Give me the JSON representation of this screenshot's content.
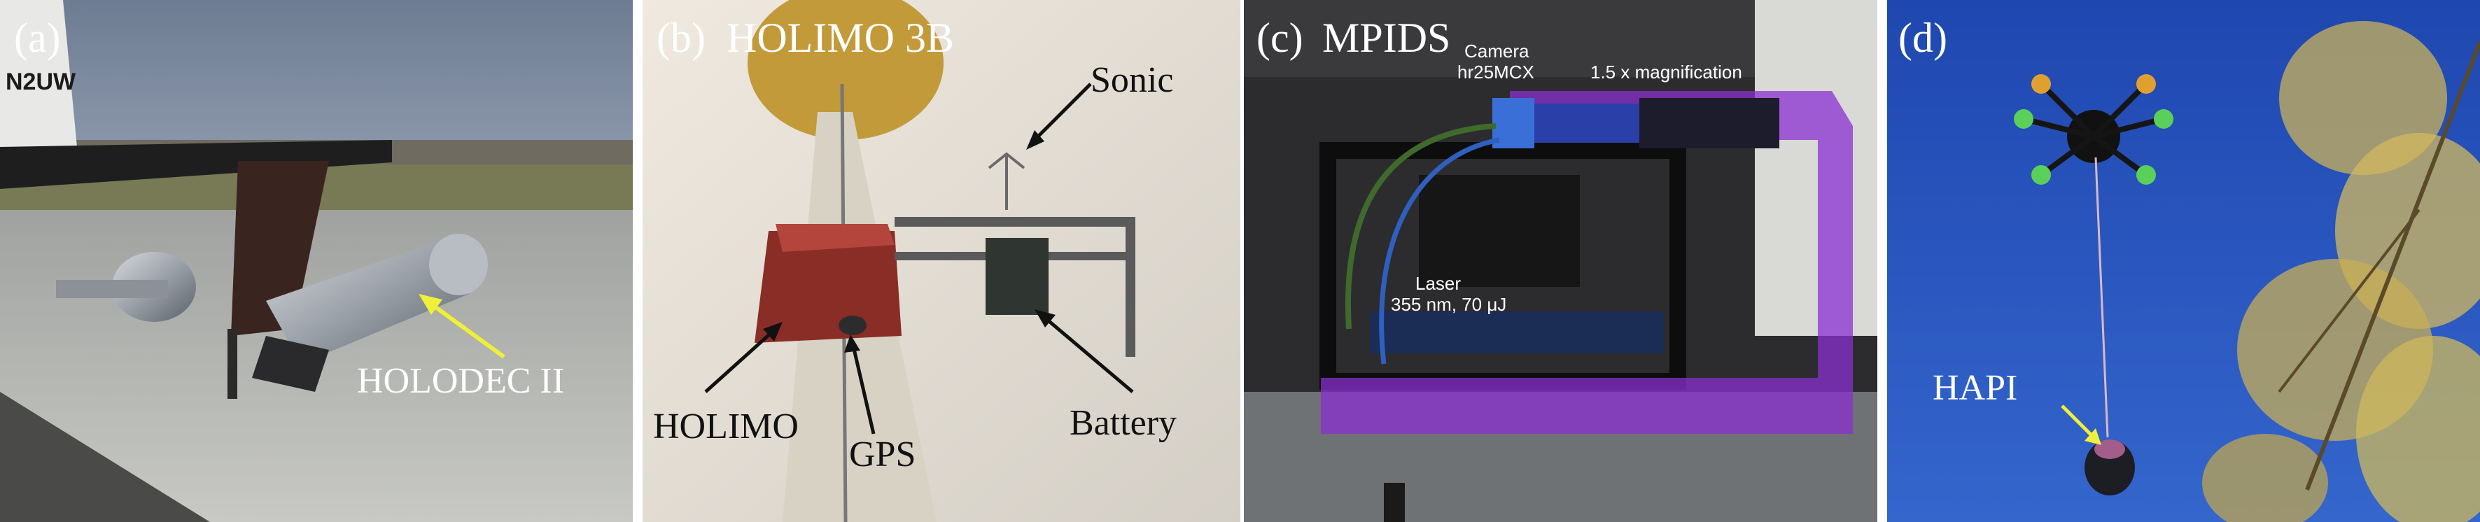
{
  "panels": [
    {
      "label": "(a)",
      "annotations": {
        "instrument": "HOLODEC II",
        "tail_number": "N2UW"
      }
    },
    {
      "label": "(b)",
      "title": "HOLIMO 3B",
      "annotations": {
        "sonic": "Sonic",
        "holimo": "HOLIMO",
        "gps": "GPS",
        "battery": "Battery"
      }
    },
    {
      "label": "(c)",
      "title": "MPIDS",
      "annotations": {
        "camera_line1": "Camera",
        "camera_line2": "hr25MCX",
        "magnification": "1.5 x magnification",
        "laser_line1": "Laser",
        "laser_line2": "355 nm, 70 μJ"
      }
    },
    {
      "label": "(d)",
      "annotations": {
        "hapi": "HAPI"
      }
    }
  ],
  "colors": {
    "yellow_arrow": "#f0ef3a",
    "black_arrow": "#111111",
    "sky_blue": "#2a52b8",
    "frame_purple": "#8a2fd0"
  }
}
